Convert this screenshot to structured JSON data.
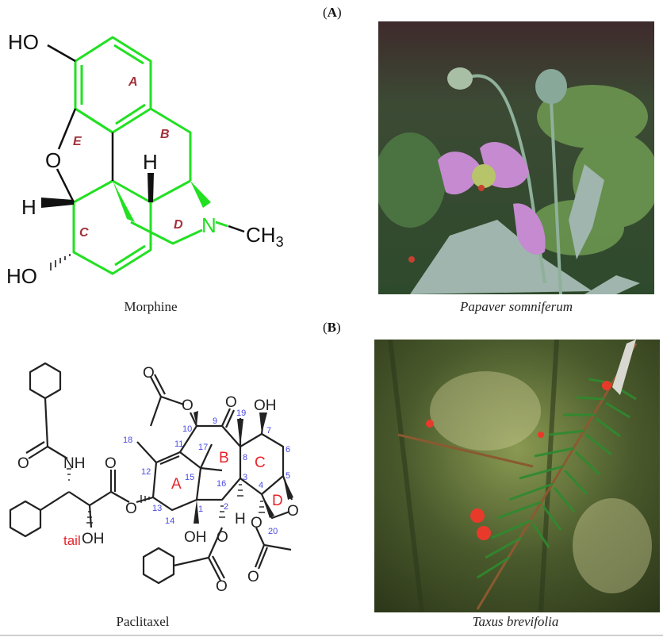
{
  "panels": {
    "a": {
      "label_open": "(",
      "label_letter": "A",
      "label_close": ")",
      "structure_caption": "Morphine",
      "photo_caption": "Papaver somniferum",
      "atoms": {
        "ho_top": "HO",
        "o_ring": "O",
        "h_left": "H",
        "ho_bottom": "HO",
        "h_bridge": "H",
        "n": "N",
        "ch3": "CH",
        "ch3_sub": "3"
      },
      "rings": {
        "a": "A",
        "b": "B",
        "c": "C",
        "d": "D",
        "e": "E"
      }
    },
    "b": {
      "label_open": "(",
      "label_letter": "B",
      "label_close": ")",
      "structure_caption": "Paclitaxel",
      "photo_caption": "Taxus brevifolia",
      "atoms": {
        "o": "O",
        "nh": "NH",
        "oh": "OH",
        "h": "H"
      },
      "tail_label": "tail",
      "rings": {
        "a": "A",
        "b": "B",
        "c": "C",
        "d": "D"
      },
      "numbers": [
        "1",
        "2",
        "3",
        "4",
        "5",
        "6",
        "7",
        "8",
        "9",
        "10",
        "11",
        "12",
        "13",
        "14",
        "15",
        "16",
        "17",
        "18",
        "19",
        "20"
      ]
    }
  },
  "colors": {
    "ring_green": "#22e022",
    "ring_label": "#a3303a",
    "red_label": "#e8242a",
    "number_blue": "#4a4ae8"
  }
}
